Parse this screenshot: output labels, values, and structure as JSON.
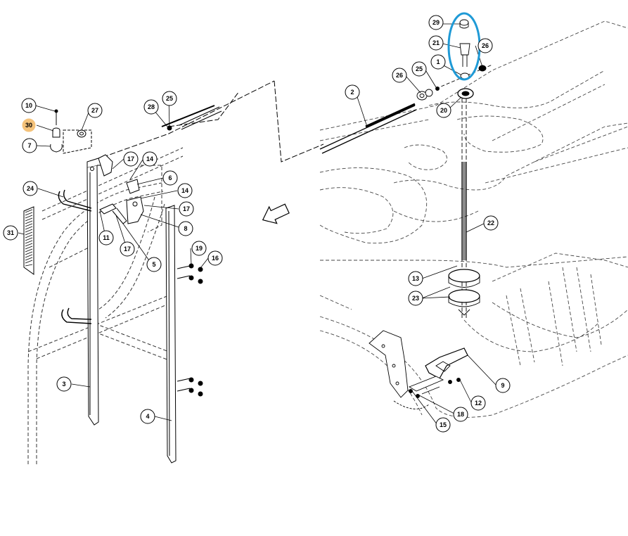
{
  "colors": {
    "line": "#000000",
    "hidden_line": "#555555",
    "callout_fill": "#ffffff",
    "callout_highlight_fill": "#f4c27a",
    "highlight_ring": "#1f9ad6",
    "arrow_fill": "#ffffff"
  },
  "callouts": {
    "c10": "10",
    "c27": "27",
    "c30": "30",
    "c7": "7",
    "c28": "28",
    "c25a": "25",
    "c17a": "17",
    "c14a": "14",
    "c6": "6",
    "c24": "24",
    "c14b": "14",
    "c17b": "17",
    "c8": "8",
    "c31": "31",
    "c11": "11",
    "c17c": "17",
    "c5": "5",
    "c19": "19",
    "c16": "16",
    "c3": "3",
    "c4": "4",
    "c29": "29",
    "c21": "21",
    "c26a": "26",
    "c1": "1",
    "c26b": "26",
    "c25b": "25",
    "c2": "2",
    "c20": "20",
    "c22": "22",
    "c13": "13",
    "c23": "23",
    "c9": "9",
    "c12": "12",
    "c18": "18",
    "c15": "15"
  },
  "highlighted_callout": "30",
  "transition_arrow_icon": "arrow-down-left-icon"
}
